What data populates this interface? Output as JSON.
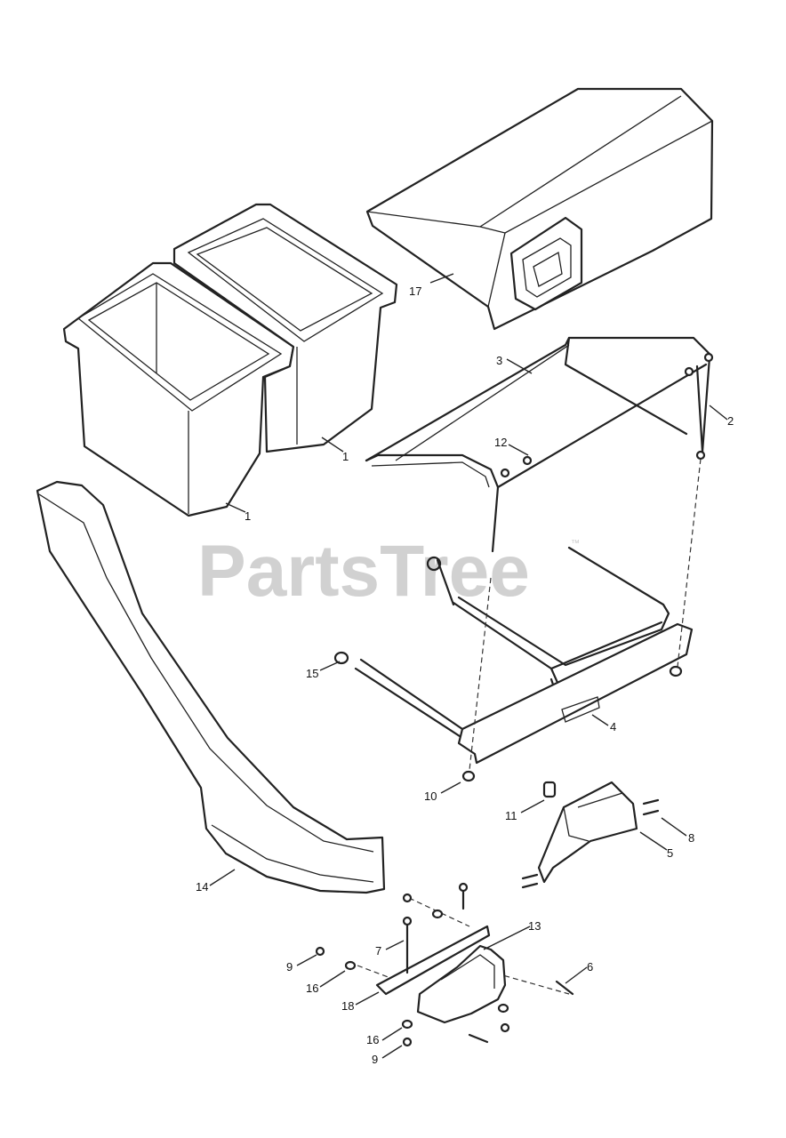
{
  "watermark": {
    "text": "PartsTree",
    "trademark": "™"
  },
  "callouts": {
    "c1a": "1",
    "c1b": "1",
    "c2": "2",
    "c3": "3",
    "c4": "4",
    "c5": "5",
    "c6": "6",
    "c7": "7",
    "c8": "8",
    "c9a": "9",
    "c9b": "9",
    "c10": "10",
    "c11": "11",
    "c12": "12",
    "c13": "13",
    "c14": "14",
    "c15": "15",
    "c16a": "16",
    "c16b": "16",
    "c17": "17",
    "c18": "18"
  }
}
